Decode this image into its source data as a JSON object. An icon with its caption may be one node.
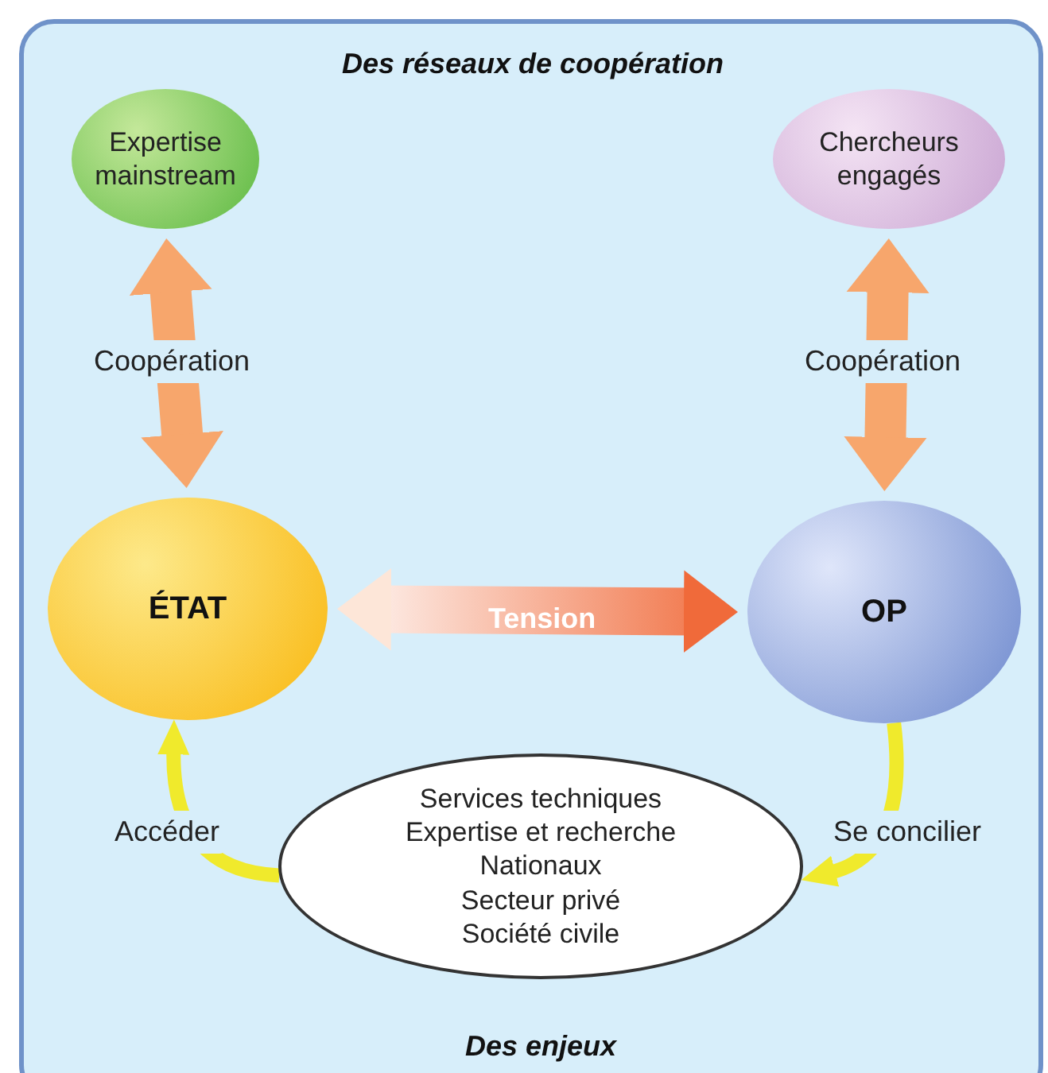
{
  "diagram": {
    "title": "Des réseaux de coopération",
    "nodes": [
      {
        "text": [
          "Expertise mainstream"
        ]
      },
      {
        "text": [
          "Chercheurs engagés"
        ]
      },
      {
        "text": [
          "ÉTAT"
        ]
      },
      {
        "text": [
          "OP"
        ]
      },
      {
        "text": [
          "Services techniques",
          "Expertise et recherche",
          "Nationaux",
          "Secteur privé",
          "Société civile"
        ]
      }
    ],
    "edges": [
      {
        "from": 0,
        "to": 2,
        "arrow": "both",
        "label": "Coopération",
        "style": "thick",
        "color": "#f7a66c"
      },
      {
        "from": 1,
        "to": 3,
        "arrow": "both",
        "label": "Coopération",
        "style": "thick",
        "color": "#f7a66c"
      },
      {
        "from": 2,
        "to": 3,
        "arrow": "both",
        "label": "Tension",
        "style": "thick",
        "color": "#f06a3a"
      },
      {
        "from": 4,
        "to": 2,
        "arrow": "to",
        "label": "Accéder",
        "color": "#f0ea2c"
      },
      {
        "from": 3,
        "to": 4,
        "arrow": "to",
        "label": "Se concilier",
        "color": "#f0ea2c"
      }
    ],
    "labels": [
      "Des enjeux"
    ]
  }
}
